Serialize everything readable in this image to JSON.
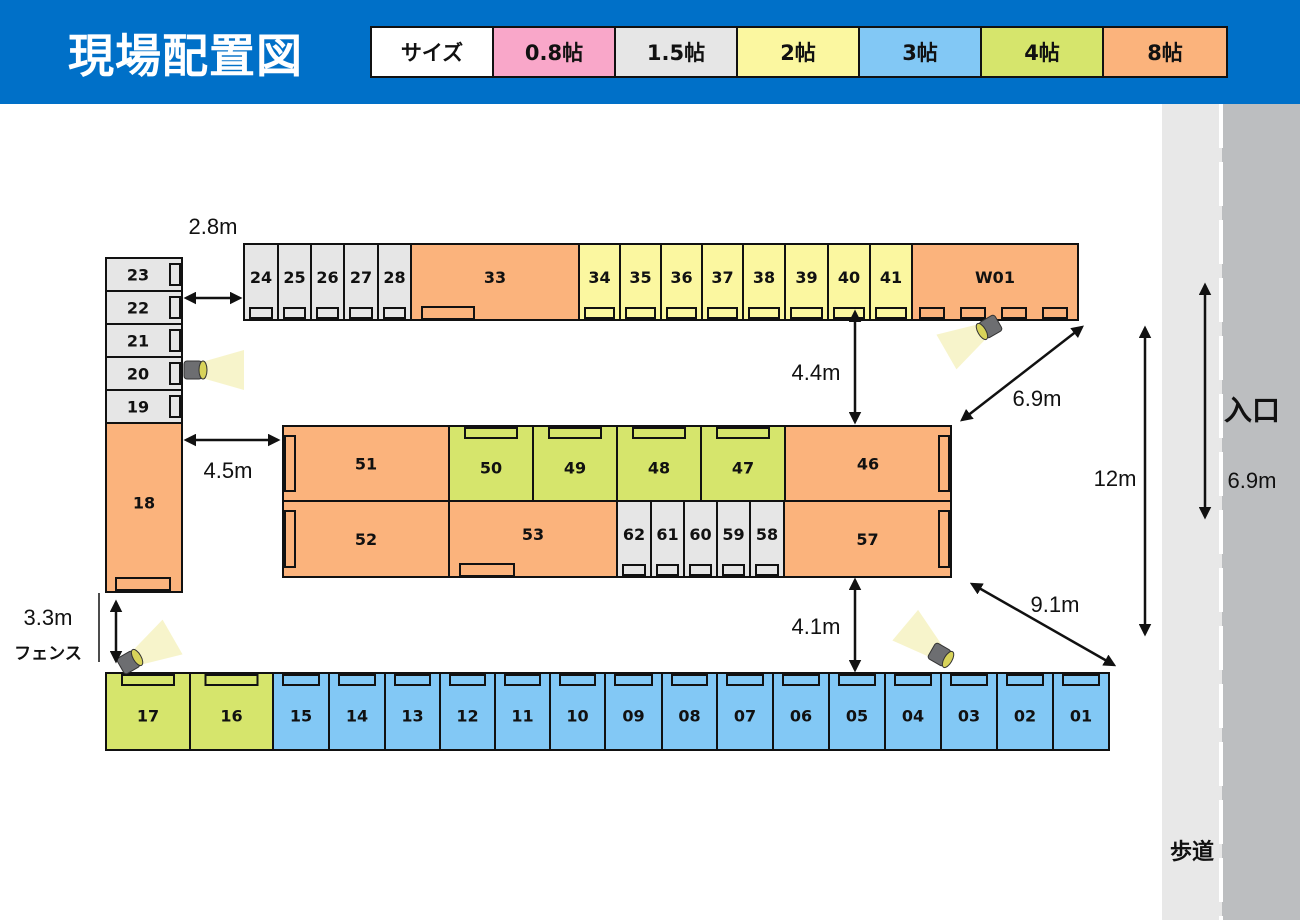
{
  "header": {
    "title": "現場配置図"
  },
  "legend": [
    {
      "label": "サイズ",
      "color": "#ffffff",
      "width": 122
    },
    {
      "label": "0.8帖",
      "color": "#f9a7c9",
      "width": 122
    },
    {
      "label": "1.5帖",
      "color": "#e6e6e6",
      "width": 122
    },
    {
      "label": "2帖",
      "color": "#fbf7a0",
      "width": 122
    },
    {
      "label": "3帖",
      "color": "#82c8f5",
      "width": 122
    },
    {
      "label": "4帖",
      "color": "#d6e56c",
      "width": 122
    },
    {
      "label": "8帖",
      "color": "#fbb37c",
      "width": 122
    }
  ],
  "colors": {
    "0.8": "#f9a7c9",
    "1.5": "#e6e6e6",
    "2": "#fbf7a0",
    "3": "#82c8f5",
    "4": "#d6e56c",
    "8": "#fbb37c"
  },
  "units": [
    {
      "id": "23",
      "size": "1.5"
    },
    {
      "id": "22",
      "size": "1.5"
    },
    {
      "id": "21",
      "size": "1.5"
    },
    {
      "id": "20",
      "size": "1.5"
    },
    {
      "id": "19",
      "size": "1.5"
    },
    {
      "id": "18",
      "size": "8"
    },
    {
      "id": "24",
      "size": "1.5"
    },
    {
      "id": "25",
      "size": "1.5"
    },
    {
      "id": "26",
      "size": "1.5"
    },
    {
      "id": "27",
      "size": "1.5"
    },
    {
      "id": "28",
      "size": "1.5"
    },
    {
      "id": "33",
      "size": "8"
    },
    {
      "id": "34",
      "size": "2"
    },
    {
      "id": "35",
      "size": "2"
    },
    {
      "id": "36",
      "size": "2"
    },
    {
      "id": "37",
      "size": "2"
    },
    {
      "id": "38",
      "size": "2"
    },
    {
      "id": "39",
      "size": "2"
    },
    {
      "id": "40",
      "size": "2"
    },
    {
      "id": "41",
      "size": "2"
    },
    {
      "id": "W01",
      "size": "8"
    },
    {
      "id": "51",
      "size": "8"
    },
    {
      "id": "50",
      "size": "4"
    },
    {
      "id": "49",
      "size": "4"
    },
    {
      "id": "48",
      "size": "4"
    },
    {
      "id": "47",
      "size": "4"
    },
    {
      "id": "46",
      "size": "8"
    },
    {
      "id": "52",
      "size": "8"
    },
    {
      "id": "53",
      "size": "8"
    },
    {
      "id": "62",
      "size": "1.5"
    },
    {
      "id": "61",
      "size": "1.5"
    },
    {
      "id": "60",
      "size": "1.5"
    },
    {
      "id": "59",
      "size": "1.5"
    },
    {
      "id": "58",
      "size": "1.5"
    },
    {
      "id": "57",
      "size": "8"
    },
    {
      "id": "17",
      "size": "4"
    },
    {
      "id": "16",
      "size": "4"
    },
    {
      "id": "15",
      "size": "3"
    },
    {
      "id": "14",
      "size": "3"
    },
    {
      "id": "13",
      "size": "3"
    },
    {
      "id": "12",
      "size": "3"
    },
    {
      "id": "11",
      "size": "3"
    },
    {
      "id": "10",
      "size": "3"
    },
    {
      "id": "09",
      "size": "3"
    },
    {
      "id": "08",
      "size": "3"
    },
    {
      "id": "07",
      "size": "3"
    },
    {
      "id": "06",
      "size": "3"
    },
    {
      "id": "05",
      "size": "3"
    },
    {
      "id": "04",
      "size": "3"
    },
    {
      "id": "03",
      "size": "3"
    },
    {
      "id": "02",
      "size": "3"
    },
    {
      "id": "01",
      "size": "3"
    }
  ],
  "dimensions": [
    {
      "id": "gap-top-left",
      "text": "2.8m"
    },
    {
      "id": "gap-top-middle",
      "text": "4.4m"
    },
    {
      "id": "diag-top-right",
      "text": "6.9m"
    },
    {
      "id": "gap-middle-left",
      "text": "4.5m"
    },
    {
      "id": "depth-right",
      "text": "12m"
    },
    {
      "id": "gap-bottom-left",
      "text": "3.3m"
    },
    {
      "id": "fence",
      "text": "フェンス"
    },
    {
      "id": "gap-bottom-middle",
      "text": "4.1m"
    },
    {
      "id": "diag-bottom-right",
      "text": "9.1m"
    },
    {
      "id": "entrance-width",
      "text": "6.9m"
    }
  ],
  "entrance": {
    "label": "入口"
  },
  "sidewalk": {
    "label": "歩道"
  }
}
